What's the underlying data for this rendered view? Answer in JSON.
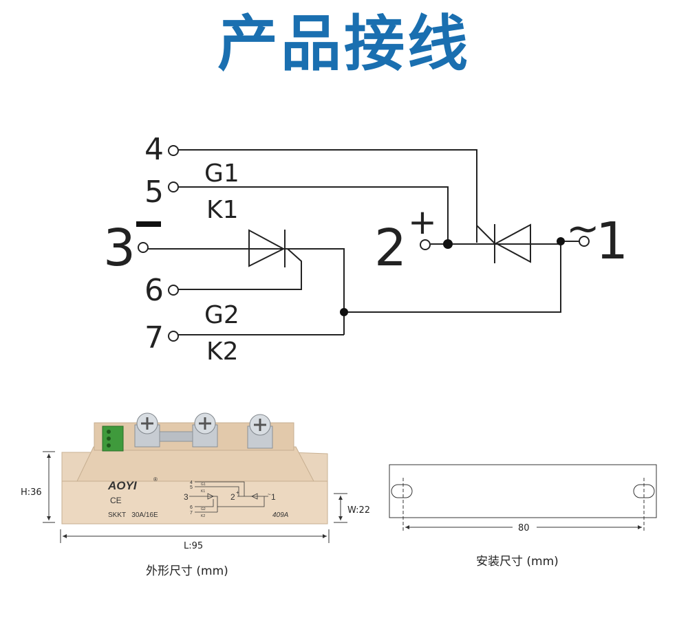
{
  "title": "产品接线",
  "schematic": {
    "terminals": {
      "t4": "4",
      "t5": "5",
      "t3": "3",
      "t6": "6",
      "t7": "7",
      "t2": "2",
      "t1": "1"
    },
    "signs": {
      "minus": "−",
      "plus": "+",
      "tilde": "~"
    },
    "labels": {
      "g1": "G1",
      "k1": "K1",
      "g2": "G2",
      "k2": "K2"
    }
  },
  "module_photo": {
    "brand": "AOYI",
    "registered": "®",
    "ce": "CE",
    "model": "SKKT   30A/16E",
    "code": "409A",
    "mini": {
      "n4": "4",
      "n5": "5",
      "g1": "G1",
      "k1": "K1",
      "n3": "3",
      "n2": "2",
      "n1": "1",
      "plus": "+",
      "tilde": "~",
      "n6": "6",
      "n7": "7",
      "g2": "G2",
      "k2": "K2"
    },
    "dim_h": "H:36",
    "dim_w": "W:22",
    "dim_l": "L:95",
    "caption": "外形尺寸 (mm)"
  },
  "install": {
    "dim": "80",
    "caption": "安装尺寸 (mm)"
  },
  "colors": {
    "title": "#1a6fb0",
    "line": "#222222",
    "module": "#e8d2b8",
    "terminal_block": "#3f9a3c"
  }
}
